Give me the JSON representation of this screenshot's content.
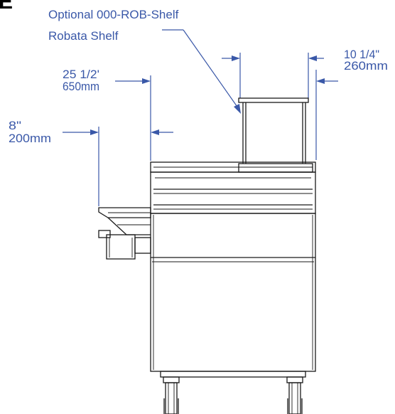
{
  "view_letter": "E",
  "callout": {
    "line1": "Optional 000-ROB-Shelf",
    "line2": "Robata Shelf"
  },
  "dimensions": {
    "shelf_width": {
      "imperial": "10 1/4\"",
      "metric": "260mm"
    },
    "deck_width": {
      "imperial": "25 1/2'",
      "metric": "650mm"
    },
    "side_shelf": {
      "imperial": "8\"",
      "metric": "200mm"
    }
  },
  "colors": {
    "annotation": "#3a58a8",
    "outline": "#1a1a1a"
  }
}
